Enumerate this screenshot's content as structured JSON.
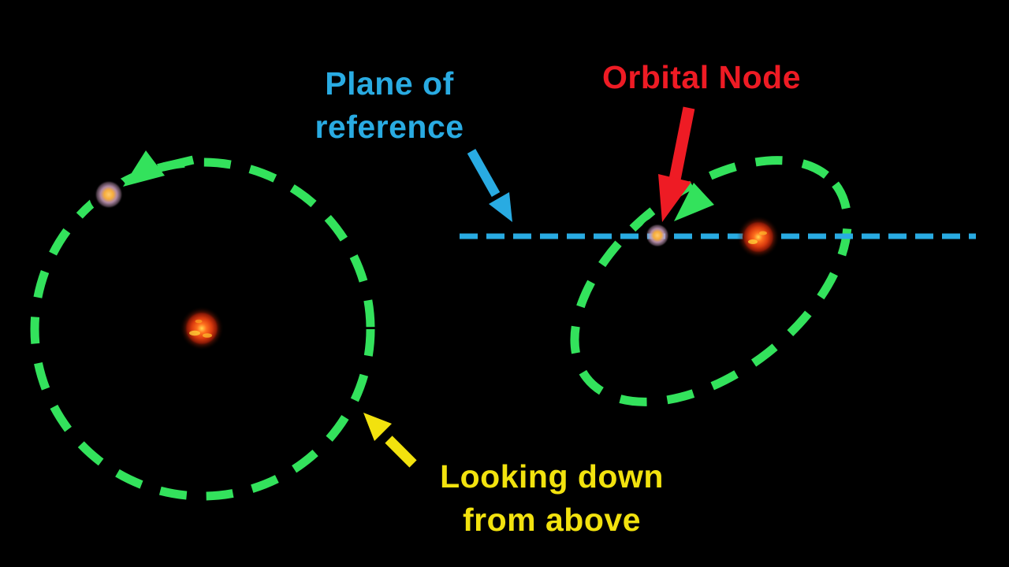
{
  "background": "#000000",
  "colors": {
    "background": "#000000",
    "blue": "#29ABE2",
    "red": "#EE1B24",
    "green": "#33E25C",
    "yellow": "#F2E20E",
    "planet_core": "#F5AC3C",
    "planet_glow": "#CDA0C0",
    "sun_core": "#FFD84E",
    "sun_mid": "#FF6F1E",
    "sun_edge": "#8C1A06"
  },
  "labels": {
    "plane_of_reference": "Plane of\nreference",
    "orbital_node": "Orbital Node",
    "looking_down": "Looking down\nfrom above"
  },
  "icons": {
    "left_orbit": "orbit-top-view-dashed-circle",
    "right_orbit": "inclined-orbit-dashed-ellipse",
    "reference_line": "plane-of-reference-dashed-line",
    "sun": "sun-icon",
    "planet": "planet-icon",
    "node": "orbital-node-planet-icon"
  }
}
